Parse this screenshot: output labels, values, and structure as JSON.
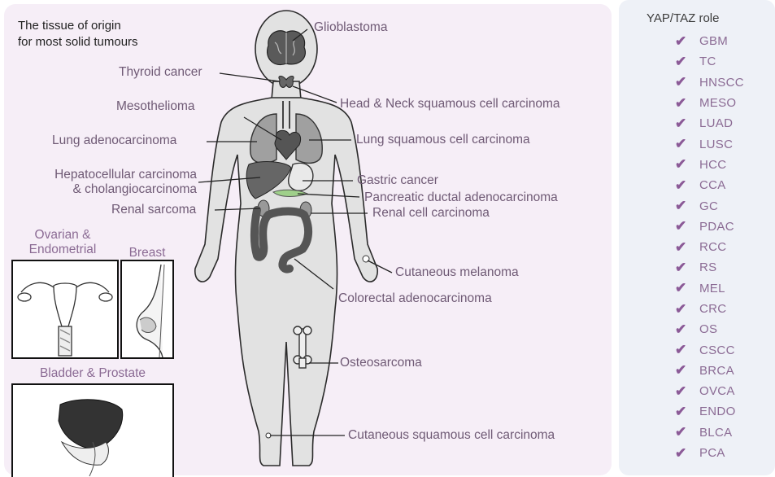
{
  "intro": {
    "line1": "The tissue of origin",
    "line2": "for most solid tumours"
  },
  "labels": {
    "glioblastoma": "Glioblastoma",
    "thyroid": "Thyroid cancer",
    "head_neck": "Head & Neck squamous cell carcinoma",
    "mesothelioma": "Mesothelioma",
    "lung_adeno": "Lung adenocarcinoma",
    "lung_squamous": "Lung squamous cell carcinoma",
    "hepato_line1": "Hepatocellular carcinoma",
    "hepato_line2": "& cholangiocarcinoma",
    "gastric": "Gastric cancer",
    "pancreatic": "Pancreatic ductal adenocarcinoma",
    "renal_sarcoma": "Renal sarcoma",
    "renal_cell": "Renal cell carcinoma",
    "melanoma": "Cutaneous melanoma",
    "colorectal": "Colorectal adenocarcinoma",
    "osteosarcoma": "Osteosarcoma",
    "cscc": "Cutaneous squamous cell carcinoma"
  },
  "insets": {
    "ovarian_line1": "Ovarian &",
    "ovarian_line2": "Endometrial",
    "breast": "Breast",
    "bladder": "Bladder & Prostate"
  },
  "sidebar": {
    "title": "YAP/TAZ role",
    "check_icon": "check-icon",
    "roles": [
      "GBM",
      "TC",
      "HNSCC",
      "MESO",
      "LUAD",
      "LUSC",
      "HCC",
      "CCA",
      "GC",
      "PDAC",
      "RCC",
      "RS",
      "MEL",
      "CRC",
      "OS",
      "CSCC",
      "BRCA",
      "OVCA",
      "ENDO",
      "BLCA",
      "PCA"
    ]
  },
  "colors": {
    "panel": "#f6eef7",
    "sidebar": "#eef1f7",
    "label": "#6f5a75",
    "accent": "#8b5a97"
  }
}
